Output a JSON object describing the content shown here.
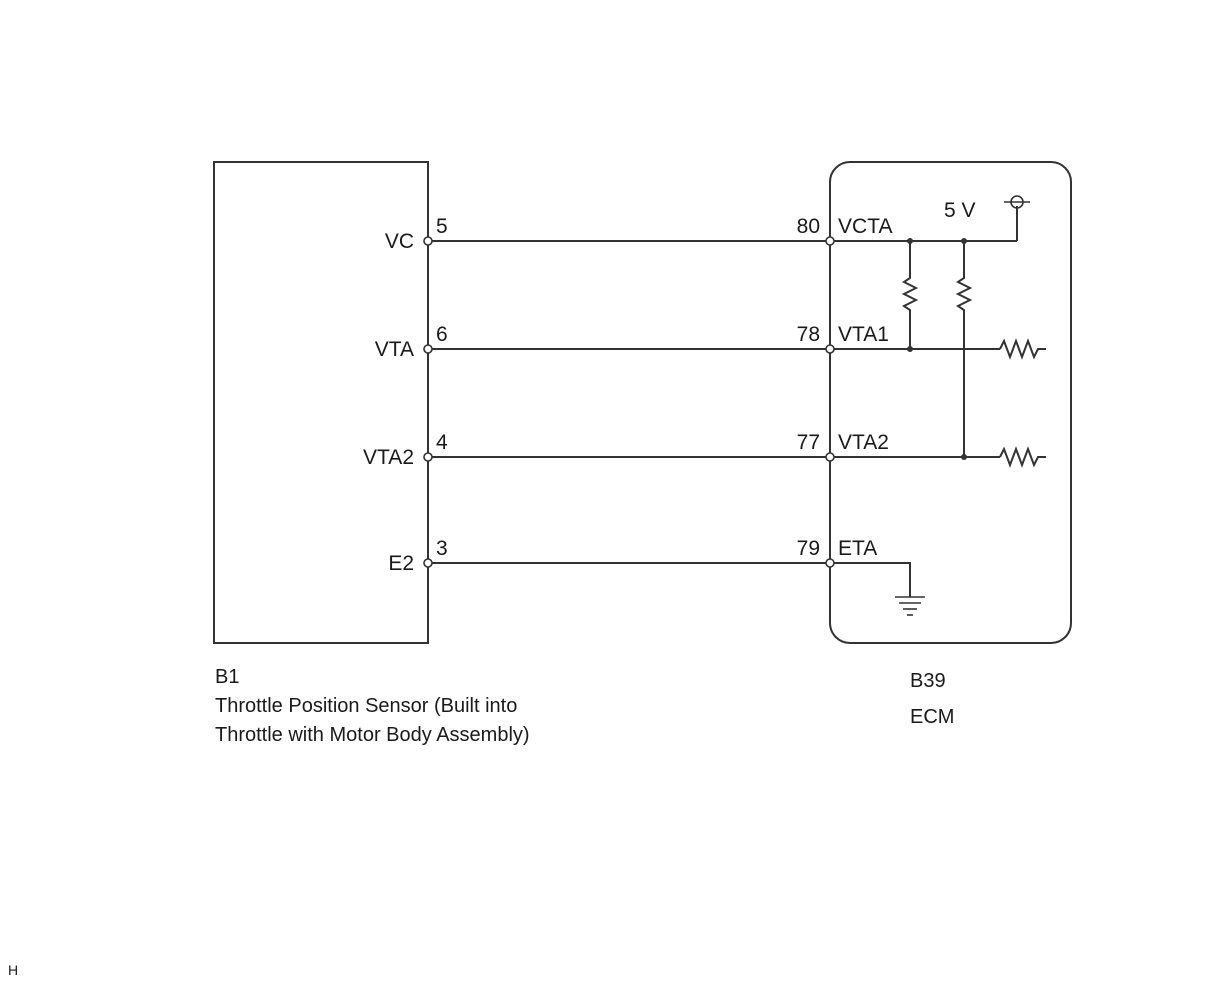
{
  "sensor": {
    "code": "B1",
    "name_line1": "Throttle Position Sensor (Built into",
    "name_line2": "Throttle with Motor Body Assembly)",
    "terminals": [
      {
        "name": "VC",
        "pin": "5"
      },
      {
        "name": "VTA",
        "pin": "6"
      },
      {
        "name": "VTA2",
        "pin": "4"
      },
      {
        "name": "E2",
        "pin": "3"
      }
    ]
  },
  "ecm": {
    "code": "B39",
    "name": "ECM",
    "supply_label": "5 V",
    "terminals": [
      {
        "name": "VCTA",
        "pin": "80"
      },
      {
        "name": "VTA1",
        "pin": "78"
      },
      {
        "name": "VTA2",
        "pin": "77"
      },
      {
        "name": "ETA",
        "pin": "79"
      }
    ]
  },
  "footer": {
    "code": "H"
  }
}
